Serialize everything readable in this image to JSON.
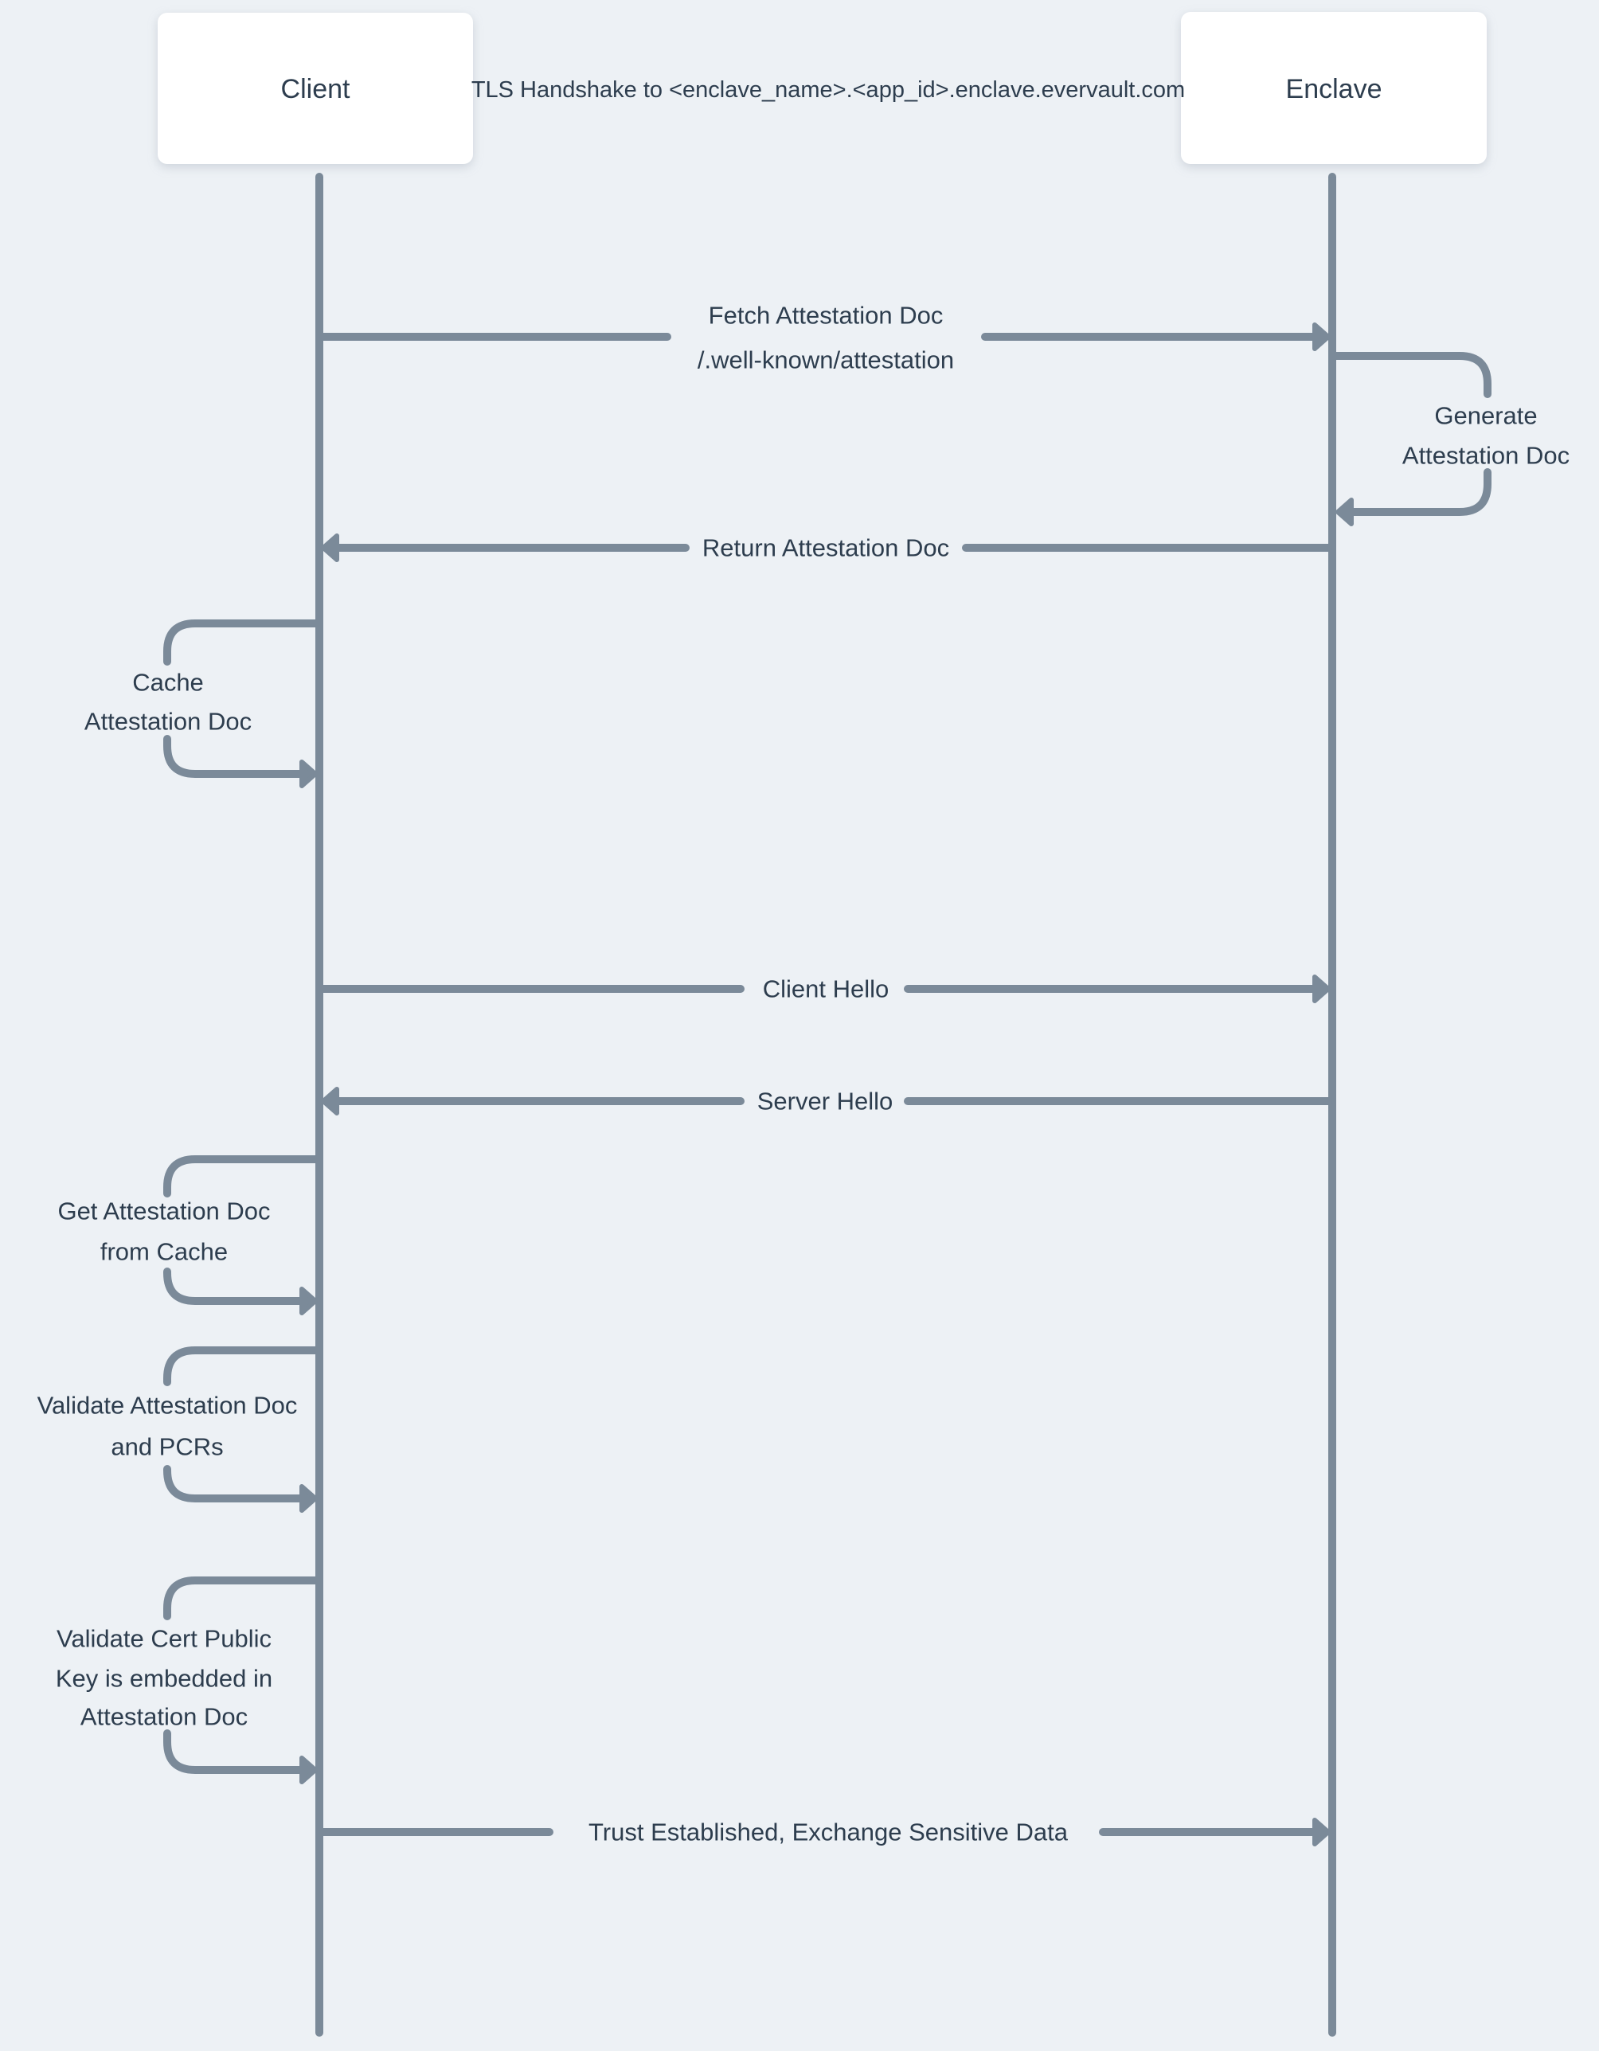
{
  "diagram": {
    "title": "TLS Handshake to <enclave_name>.<app_id>.enclave.evervault.com",
    "actors": [
      {
        "name": "Client"
      },
      {
        "name": "Enclave"
      }
    ],
    "messages": [
      {
        "kind": "arrow",
        "from": "Client",
        "to": "Enclave",
        "lines": [
          "Fetch Attestation Doc",
          "/.well-known/attestation"
        ]
      },
      {
        "kind": "self",
        "actor": "Enclave",
        "lines": [
          "Generate",
          "Attestation Doc"
        ]
      },
      {
        "kind": "arrow",
        "from": "Enclave",
        "to": "Client",
        "lines": [
          "Return Attestation Doc"
        ]
      },
      {
        "kind": "self",
        "actor": "Client",
        "lines": [
          "Cache",
          "Attestation Doc"
        ]
      },
      {
        "kind": "arrow",
        "from": "Client",
        "to": "Enclave",
        "lines": [
          "Client Hello"
        ]
      },
      {
        "kind": "arrow",
        "from": "Enclave",
        "to": "Client",
        "lines": [
          "Server Hello"
        ]
      },
      {
        "kind": "self",
        "actor": "Client",
        "lines": [
          "Get Attestation Doc",
          "from Cache"
        ]
      },
      {
        "kind": "self",
        "actor": "Client",
        "lines": [
          "Validate Attestation Doc",
          "and PCRs"
        ]
      },
      {
        "kind": "self",
        "actor": "Client",
        "lines": [
          "Validate Cert Public",
          "Key is embedded in",
          "Attestation Doc"
        ]
      },
      {
        "kind": "arrow",
        "from": "Client",
        "to": "Enclave",
        "lines": [
          "Trust Established, Exchange Sensitive Data"
        ]
      }
    ],
    "colors": {
      "background": "#edf1f5",
      "line": "#7b8a99",
      "text": "#2d3d4e",
      "actor_background": "#ffffff"
    }
  }
}
